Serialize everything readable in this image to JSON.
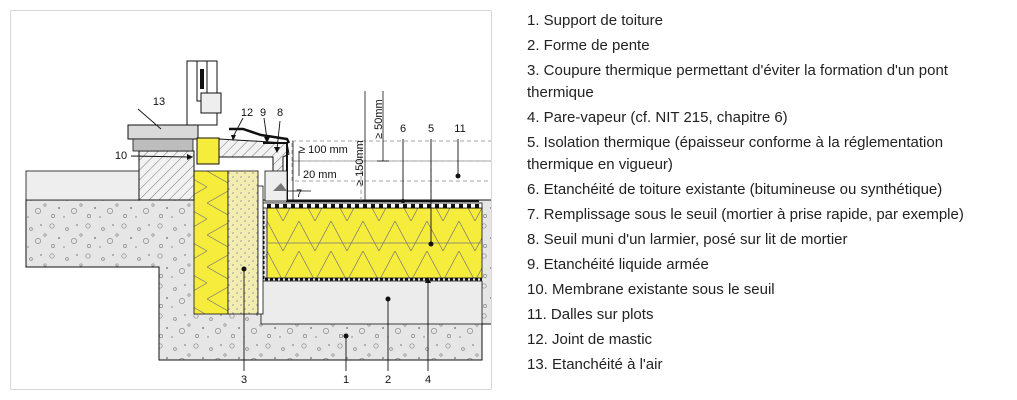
{
  "diagram": {
    "callouts": {
      "c1": "1",
      "c2": "2",
      "c3": "3",
      "c4": "4",
      "c5": "5",
      "c6": "6",
      "c7": "7",
      "c8": "8",
      "c9": "9",
      "c10": "10",
      "c11": "11",
      "c12": "12",
      "c13": "13"
    },
    "dimensions": {
      "d100": "≥ 100 mm",
      "d20": "20 mm",
      "d50": "≥ 50mm",
      "d150": "≥ 150mm"
    }
  },
  "legend": [
    "1. Support de toiture",
    "2. Forme de pente",
    "3. Coupure thermique permettant d'éviter la formation d'un pont thermique",
    "4. Pare-vapeur (cf. NIT 215, chapitre 6)",
    "5. Isolation thermique (épaisseur conforme à la réglementation thermique en vigueur)",
    "6. Etanchéité de toiture existante (bitumineuse ou synthétique)",
    "7. Remplissage sous le seuil (mortier à prise rapide, par exemple)",
    "8. Seuil muni d'un larmier, posé sur lit de mortier",
    "9. Etanchéité liquide armée",
    "10. Membrane existante sous le seuil",
    "11. Dalles sur plots",
    "12. Joint de mastic",
    "13. Etanchéité à l'air"
  ],
  "colors": {
    "insulation": "#f5ec3c",
    "concrete": "#e5e5e5",
    "screed": "#ececec",
    "line": "#111111"
  }
}
